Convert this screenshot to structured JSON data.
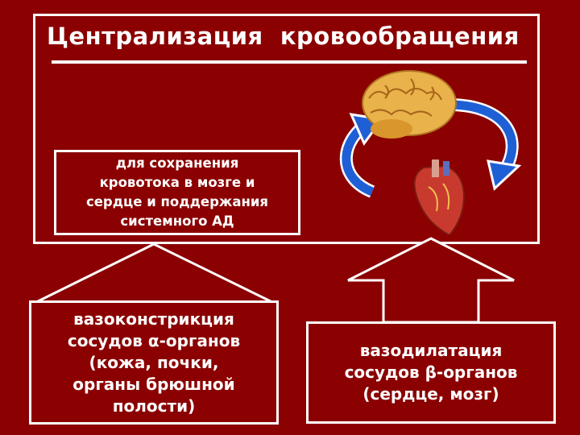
{
  "title": "Централизация  кровообращения",
  "purpose_lines": [
    "для сохранения",
    "кровотока  в  мозге и",
    "сердце и  поддержания",
    "системного  АД"
  ],
  "left_box_lines": [
    "вазоконстрикция",
    "сосудов α-органов",
    "(кожа,  почки,",
    "органы  брюшной",
    "полости)"
  ],
  "right_box_lines": [
    "вазодилатация",
    "сосудов β-органов",
    "(сердце, мозг)"
  ],
  "colors": {
    "background": "#8b0000",
    "border": "#ffffff",
    "text": "#ffffff",
    "cycle_arrow": "#1f5fd6",
    "brain": "#e9b24a",
    "heart": "#c93a2e"
  },
  "icons": [
    "brain-icon",
    "heart-icon",
    "cycle-arrow-icon"
  ]
}
